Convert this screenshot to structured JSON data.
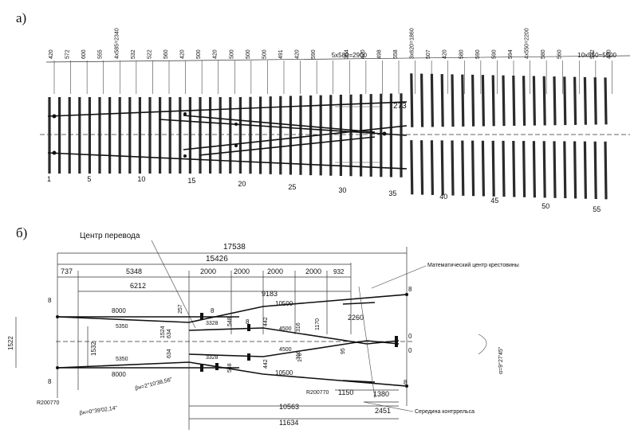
{
  "panel_a": {
    "label": "а)",
    "top_dims": [
      "420",
      "572",
      "600",
      "555",
      "4x585=2340",
      "532",
      "522",
      "560",
      "420",
      "500",
      "420",
      "500",
      "500",
      "500",
      "491",
      "420",
      "590",
      "5x580=2900",
      "384",
      "420",
      "498",
      "558",
      "3x620=1860",
      "507",
      "420",
      "580",
      "590",
      "590",
      "594",
      "4x550=2200",
      "580",
      "560",
      "10x550=5500",
      "532",
      "430"
    ],
    "sleeper_numbers": [
      "1",
      "5",
      "10",
      "15",
      "20",
      "25",
      "30",
      "35",
      "40",
      "45",
      "50",
      "55"
    ],
    "note": "273"
  },
  "panel_b": {
    "label": "б)",
    "center_label": "Центр перевода",
    "math_center_label": "Математический центр крестовины",
    "guard_rail_label": "Середина контррельса",
    "dims_top": [
      "17538",
      "15426",
      "737",
      "5348",
      "2000",
      "2000",
      "2000",
      "2000",
      "932",
      "6212",
      "9183"
    ],
    "dims_inner": [
      "8000",
      "5350",
      "1532",
      "1524",
      "634",
      "634",
      "257",
      "3328",
      "548",
      "442",
      "316",
      "4500",
      "1170",
      "2260",
      "10500",
      "95",
      "170",
      "4500",
      "316",
      "442",
      "548",
      "3328",
      "5350",
      "8000",
      "10500"
    ],
    "dims_side": [
      "1522",
      "8",
      "8",
      "8",
      "8",
      "8",
      "8",
      "0",
      "0"
    ],
    "dims_bottom": [
      "1150",
      "1380",
      "2451",
      "10563",
      "11634"
    ],
    "radius": "R200770",
    "radius2": "R200770",
    "angle_beta_n": "βн=0°39'02,14\"",
    "angle_beta_n2": "βн=2°10'38,56\"",
    "angle_alpha": "α=9°27'45\""
  }
}
